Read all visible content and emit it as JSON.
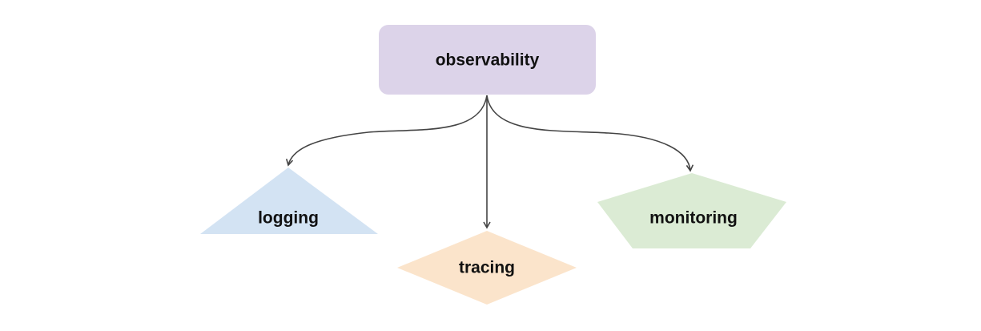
{
  "diagram": {
    "root": {
      "label": "observability",
      "shape": "rounded-rectangle",
      "fill": "#dcd3e9"
    },
    "children": [
      {
        "label": "logging",
        "shape": "triangle",
        "fill": "#d3e3f3"
      },
      {
        "label": "tracing",
        "shape": "diamond",
        "fill": "#fbe4cb"
      },
      {
        "label": "monitoring",
        "shape": "pentagon",
        "fill": "#dbebd4"
      }
    ],
    "edge_color": "#444444"
  }
}
